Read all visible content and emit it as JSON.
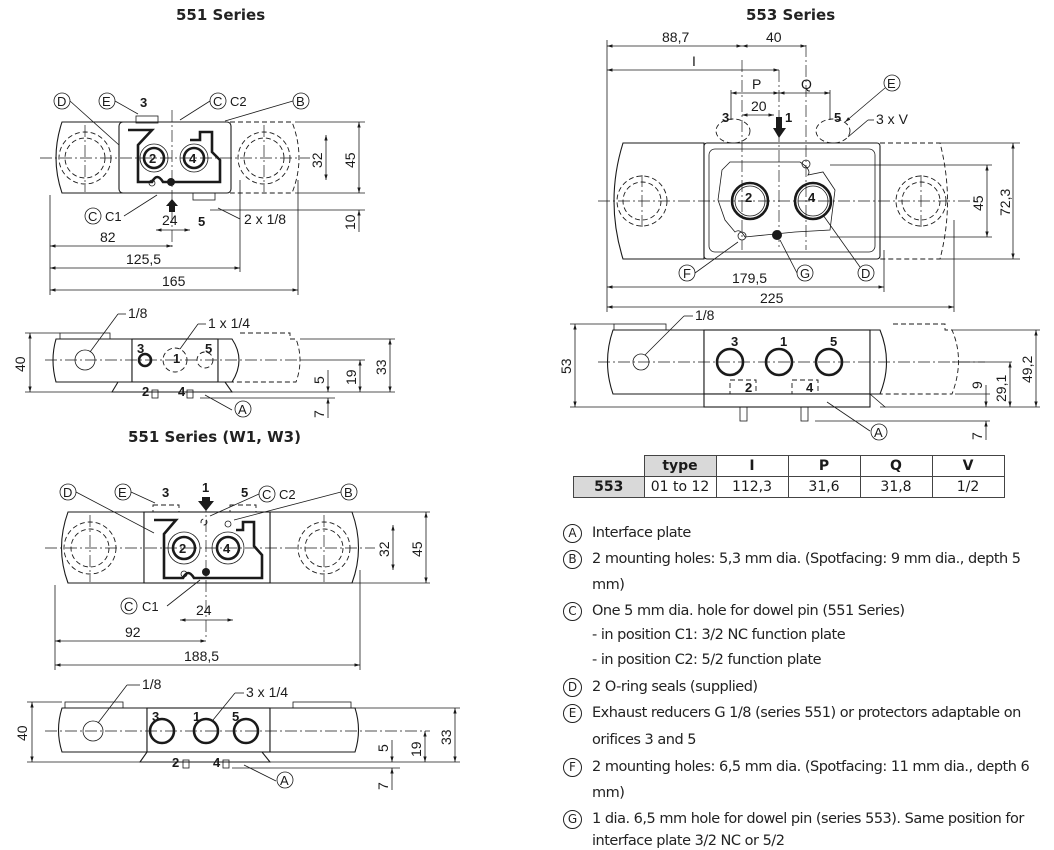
{
  "titles": {
    "s551": "551 Series",
    "s553": "553 Series",
    "s551w": "551 Series (W1, W3)"
  },
  "callout_letters": {
    "A": "A",
    "B": "B",
    "C": "C",
    "D": "D",
    "E": "E",
    "F": "F",
    "G": "G"
  },
  "port_labels": {
    "p1": "1",
    "p2": "2",
    "p3": "3",
    "p4": "4",
    "p5": "5"
  },
  "s551_top": {
    "c1": "C1",
    "c2": "C2",
    "thread": "2 x 1/8",
    "dims": {
      "d24": "24",
      "d82": "82",
      "d125": "125,5",
      "d165": "165",
      "d32": "32",
      "d45": "45",
      "d10": "10"
    }
  },
  "s551_side": {
    "thread_left": "1/8",
    "thread_mid": "1 x 1/4",
    "dims": {
      "d40": "40",
      "d5": "5",
      "d19": "19",
      "d33": "33",
      "d7": "7"
    }
  },
  "s551w_top": {
    "c1": "C1",
    "c2": "C2",
    "dims": {
      "d24": "24",
      "d92": "92",
      "d188": "188,5",
      "d32": "32",
      "d45": "45"
    }
  },
  "s551w_side": {
    "thread_left": "1/8",
    "thread_mid": "3 x 1/4",
    "dims": {
      "d40": "40",
      "d5": "5",
      "d19": "19",
      "d33": "33",
      "d7": "7"
    }
  },
  "s553_top": {
    "thread": "3 x V",
    "dims": {
      "d887": "88,7",
      "d40": "40",
      "dI": "I",
      "dP": "P",
      "dQ": "Q",
      "d20": "20",
      "d1795": "179,5",
      "d225": "225",
      "d45": "45",
      "d723": "72,3"
    }
  },
  "s553_side": {
    "thread_left": "1/8",
    "dims": {
      "d53": "53",
      "d9": "9",
      "d291": "29,1",
      "d492": "49,2",
      "d7": "7"
    }
  },
  "spec_table": {
    "headers": [
      "type",
      "I",
      "P",
      "Q",
      "V"
    ],
    "row": {
      "series": "553",
      "type": "01 to 12",
      "I": "112,3",
      "P": "31,6",
      "Q": "31,8",
      "V": "1/2"
    }
  },
  "legend": [
    {
      "key": "A",
      "text": "Interface plate"
    },
    {
      "key": "B",
      "text": "2 mounting holes: 5,3 mm dia. (Spotfacing: 9 mm dia., depth 5 mm)"
    },
    {
      "key": "C",
      "text": "One 5 mm dia. hole for dowel pin (551 Series)",
      "sub": [
        "- in position C1: 3/2 NC function plate",
        "- in position C2: 5/2 function plate"
      ]
    },
    {
      "key": "D",
      "text": "2 O-ring seals (supplied)"
    },
    {
      "key": "E",
      "text": "Exhaust reducers G 1/8 (series 551) or protectors adaptable on",
      "sub": [
        "orifices 3 and 5"
      ]
    },
    {
      "key": "F",
      "text": "2 mounting holes: 6,5 mm dia. (Spotfacing: 11 mm dia., depth 6 mm)"
    },
    {
      "key": "G",
      "text": "1 dia. 6,5 mm hole for dowel pin (series 553). Same position for",
      "sub": [
        "interface plate 3/2 NC or 5/2"
      ]
    }
  ]
}
